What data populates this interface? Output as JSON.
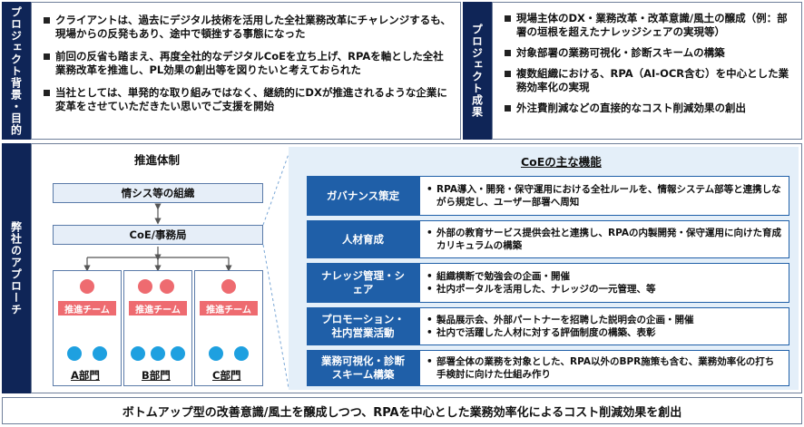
{
  "top": {
    "background_label": "プロジェクト背景・目的",
    "background_items": [
      "クライアントは、過去にデジタル技術を活用した全社業務改革にチャレンジするも、現場からの反発もあり、途中で頓挫する事態になった",
      "前回の反省も踏まえ、再度全社的なデジタルCoEを立ち上げ、RPAを軸とした全社業務改革を推進し、PL効果の創出等を図りたいと考えておられた",
      "当社としては、単発的な取り組みではなく、継続的にDXが推進されるような企業に変革をさせていただきたい思いでご支援を開始"
    ],
    "results_label": "プロジェクト成果",
    "results_items": [
      "現場主体のDX・業務改革・改革意識/風土の醸成（例：部署の垣根を超えたナレッジシェアの実現等）",
      "対象部署の業務可視化・診断スキームの構築",
      "複数組織における、RPA（AI-OCR含む）を中心とした業務効率化の実現",
      "外注費削減などの直接的なコスト削減効果の創出"
    ]
  },
  "approach": {
    "label": "弊社のアプローチ",
    "structure_title": "推進体制",
    "it_org": "情シス等の組織",
    "coe": "CoE/事務局",
    "team_label": "推進チーム",
    "departments": [
      "A部門",
      "B部門",
      "C部門"
    ],
    "functions_title": "CoEの主な機能",
    "functions": [
      {
        "name": "ガバナンス策定",
        "items": [
          "RPA導入・開発・保守運用における全社ルールを、情報システム部等と連携しながら規定し、ユーザー部署へ周知"
        ]
      },
      {
        "name": "人材育成",
        "items": [
          "外部の教育サービス提供会社と連携し、RPAの内製開発・保守運用に向けた育成カリキュラムの構築"
        ]
      },
      {
        "name": "ナレッジ管理・シェア",
        "items": [
          "組織横断で勉強会の企画・開催",
          "社内ポータルを活用した、ナレッジの一元管理、等"
        ]
      },
      {
        "name": "プロモーション・社内営業活動",
        "items": [
          "製品展示会、外部パートナーを招聘した説明会の企画・開催",
          "社内で活躍した人材に対する評価制度の構築、表彰"
        ]
      },
      {
        "name": "業務可視化・診断スキーム構築",
        "items": [
          "部署全体の業務を対象とした、RPA以外のBPR施策も含む、業務効率化の打ち手検討に向けた仕組み作り"
        ]
      }
    ]
  },
  "footer": "ボトムアップ型の改善意識/風土を醸成しつつ、RPAを中心とした業務効率化によるコスト削減効果を創出"
}
